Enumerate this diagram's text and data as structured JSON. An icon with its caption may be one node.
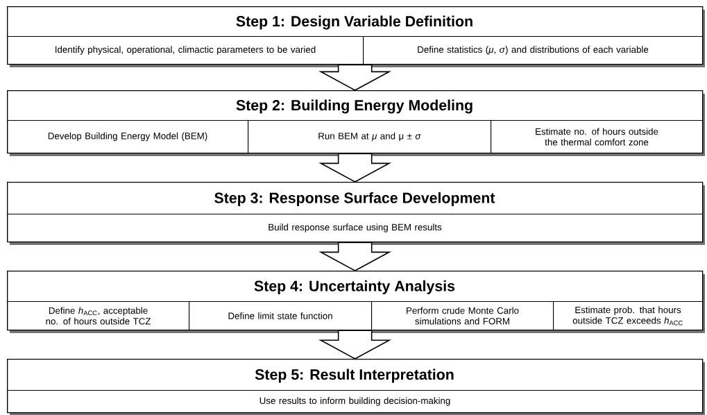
{
  "diagram": {
    "nodes": [
      {
        "text": [
          "Step 1: Design Variable Definition"
        ]
      },
      {
        "text": [
          "Identify physical, operational, climactic parameters to be varied"
        ],
        "in": 0
      },
      {
        "text": [
          "Define statistics (*μ*, *σ*) and distributions of each variable"
        ],
        "in": 0
      },
      {
        "text": [
          "Step 2: Building Energy Modeling"
        ]
      },
      {
        "text": [
          "Develop Building Energy Model (BEM)"
        ],
        "in": 3
      },
      {
        "text": [
          "Run BEM at *μ* and μ ± *σ*"
        ],
        "in": 3
      },
      {
        "text": [
          "Estimate no. of hours outside the thermal comfort zone"
        ],
        "in": 3
      },
      {
        "text": [
          "Step 3: Response Surface Development"
        ]
      },
      {
        "text": [
          "Build response surface using BEM results"
        ],
        "in": 7
      },
      {
        "text": [
          "Step 4: Uncertainty Analysis"
        ]
      },
      {
        "text": [
          "Define *h*$_{ACC}$, acceptable no. of hours outside TCZ"
        ],
        "in": 9
      },
      {
        "text": [
          "Define limit state function"
        ],
        "in": 9
      },
      {
        "text": [
          "Perform crude Monte Carlo simulations and FORM"
        ],
        "in": 9
      },
      {
        "text": [
          "Estimate prob. that hours outside TCZ exceeds *h*$_{ACC}$"
        ],
        "in": 9
      },
      {
        "text": [
          "Step 5: Result Interpretation"
        ]
      },
      {
        "text": [
          "Use results to inform building decision-making"
        ],
        "in": 14
      }
    ],
    "edges": [
      {
        "from": 0,
        "to": 3,
        "arrow": "to"
      },
      {
        "from": 3,
        "to": 7,
        "arrow": "to"
      },
      {
        "from": 7,
        "to": 9,
        "arrow": "to"
      },
      {
        "from": 9,
        "to": 14,
        "arrow": "to"
      }
    ]
  }
}
